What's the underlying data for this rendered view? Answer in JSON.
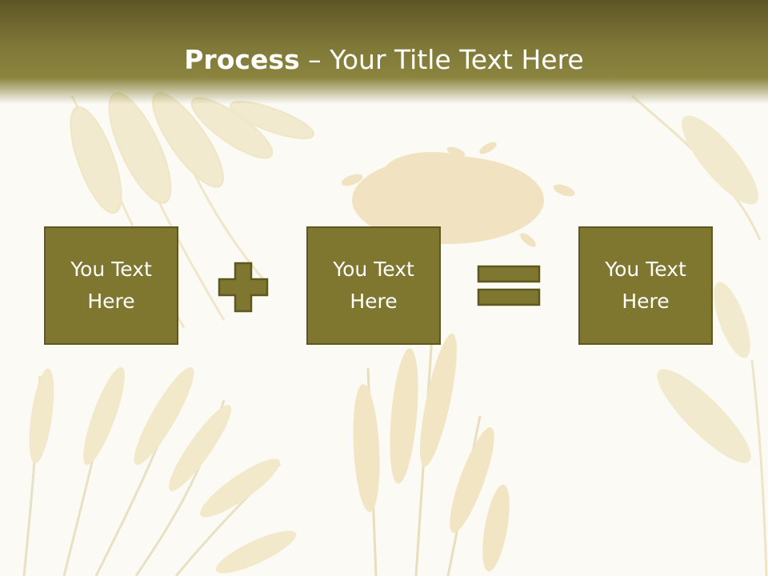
{
  "slide": {
    "title_bold": "Process",
    "title_rest": " – Your Title Text Here",
    "boxes": [
      {
        "label": "You Text\nHere"
      },
      {
        "label": "You Text\nHere"
      },
      {
        "label": "You Text\nHere"
      }
    ],
    "operators": {
      "first": "plus-icon",
      "second": "equals-icon"
    }
  },
  "colors": {
    "title_bar": "#7f7838",
    "box_fill": "#7f7630",
    "box_border": "#5e5820",
    "background": "#fbfaf5",
    "wheat_tint": "#e8d7a8"
  }
}
